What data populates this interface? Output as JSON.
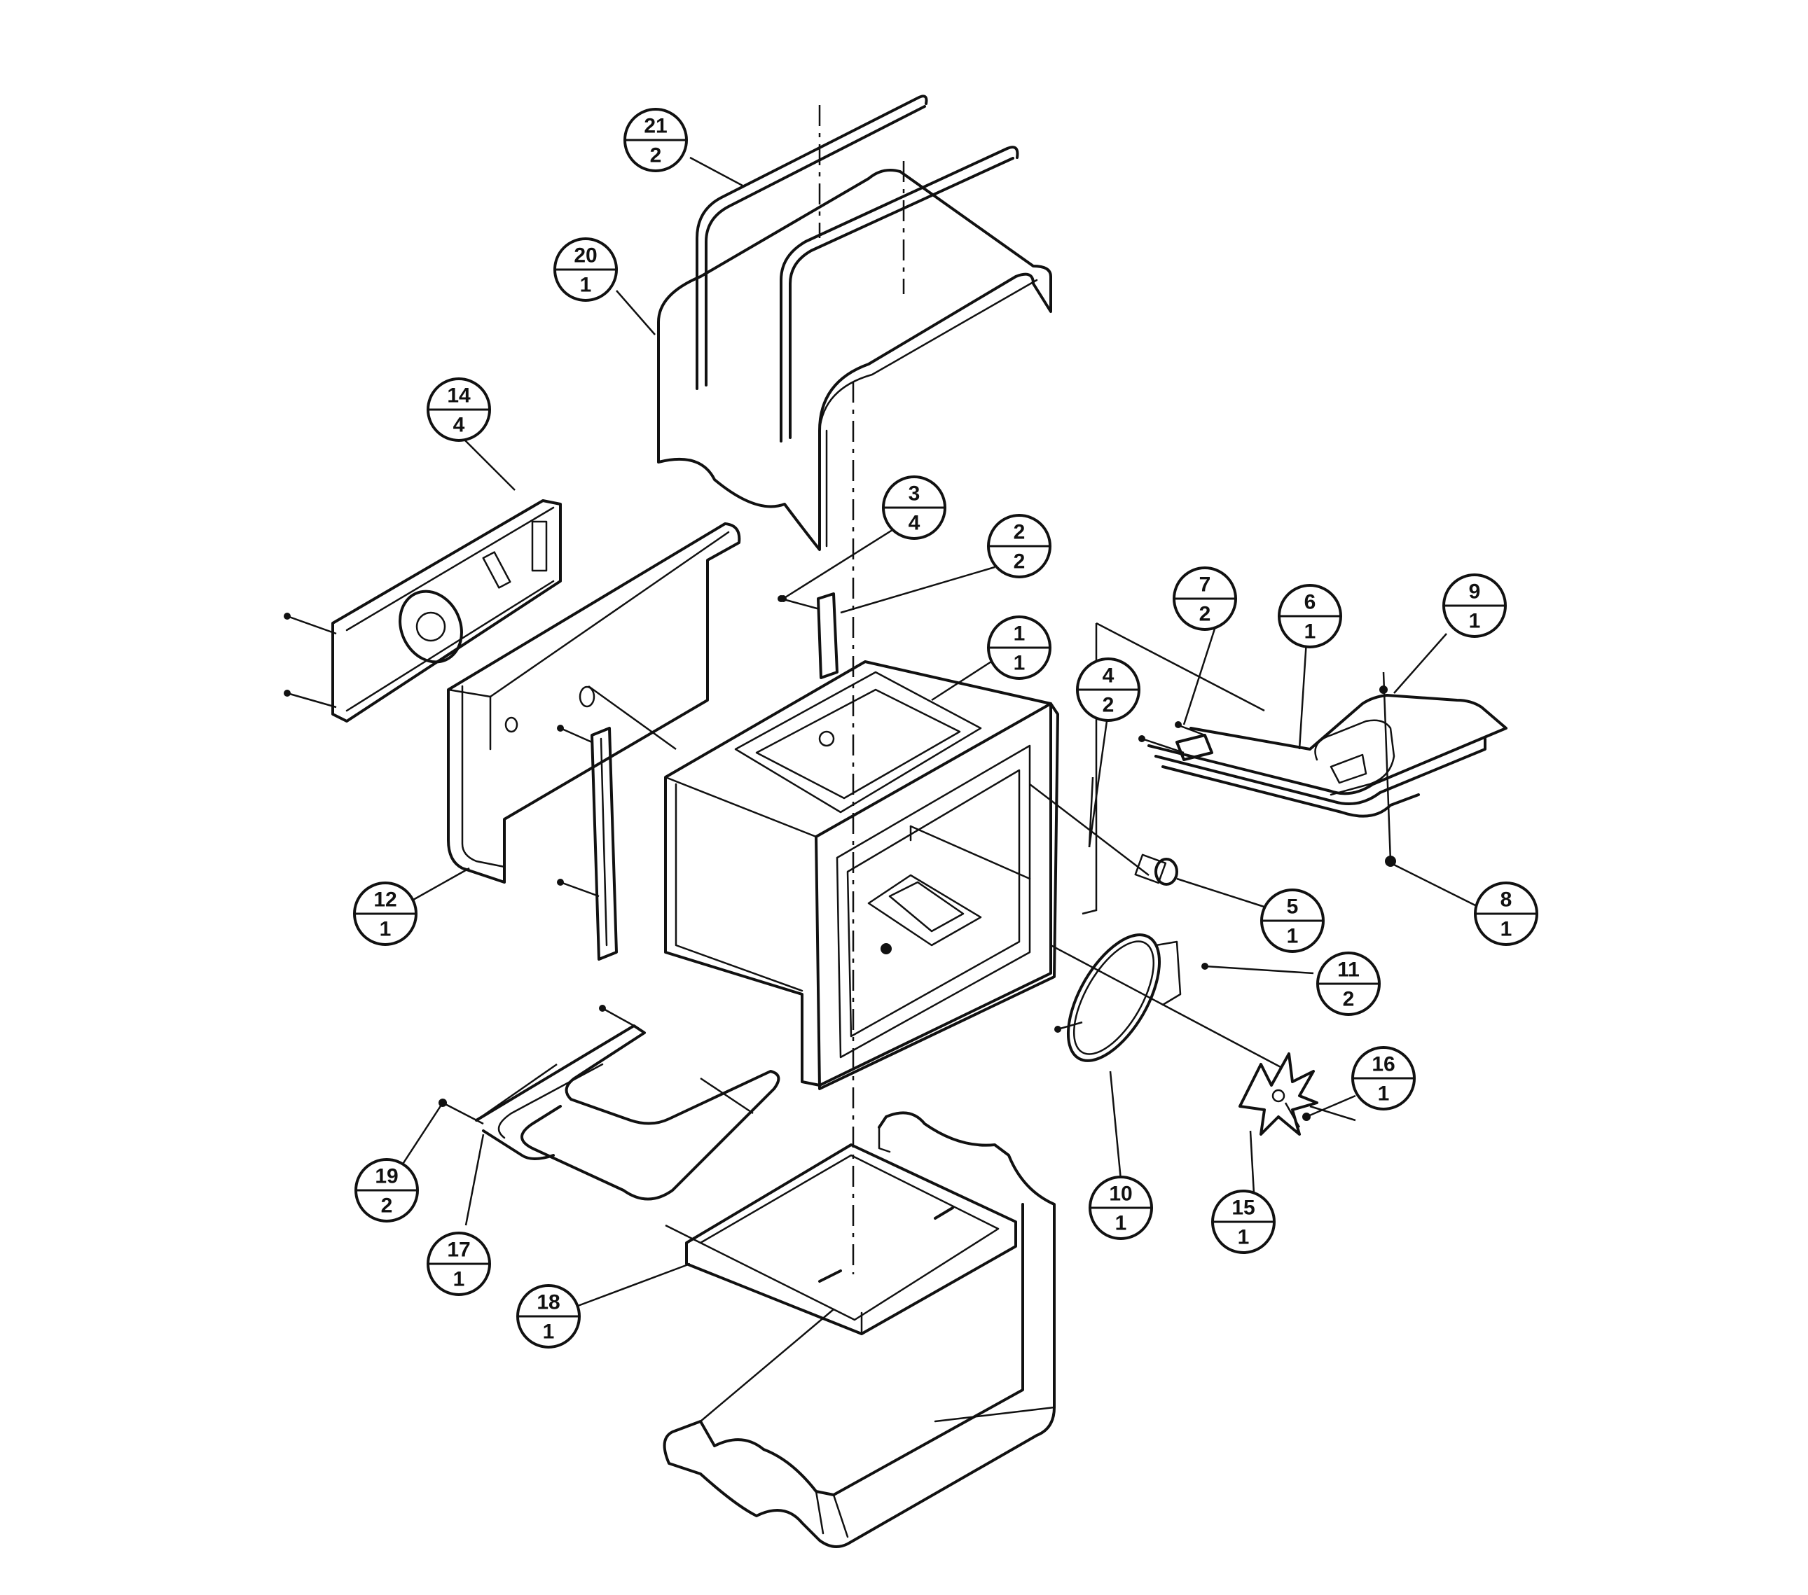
{
  "callouts": [
    {
      "id": "c21",
      "num": "21",
      "qty": "2"
    },
    {
      "id": "c20",
      "num": "20",
      "qty": "1"
    },
    {
      "id": "c14",
      "num": "14",
      "qty": "4"
    },
    {
      "id": "c3",
      "num": "3",
      "qty": "4"
    },
    {
      "id": "c2",
      "num": "2",
      "qty": "2"
    },
    {
      "id": "c7",
      "num": "7",
      "qty": "2"
    },
    {
      "id": "c6",
      "num": "6",
      "qty": "1"
    },
    {
      "id": "c9",
      "num": "9",
      "qty": "1"
    },
    {
      "id": "c1",
      "num": "1",
      "qty": "1"
    },
    {
      "id": "c4",
      "num": "4",
      "qty": "2"
    },
    {
      "id": "c5",
      "num": "5",
      "qty": "1"
    },
    {
      "id": "c8",
      "num": "8",
      "qty": "1"
    },
    {
      "id": "c12",
      "num": "12",
      "qty": "1"
    },
    {
      "id": "c11",
      "num": "11",
      "qty": "2"
    },
    {
      "id": "c16",
      "num": "16",
      "qty": "1"
    },
    {
      "id": "c10",
      "num": "10",
      "qty": "1"
    },
    {
      "id": "c15",
      "num": "15",
      "qty": "1"
    },
    {
      "id": "c19",
      "num": "19",
      "qty": "2"
    },
    {
      "id": "c17",
      "num": "17",
      "qty": "1"
    },
    {
      "id": "c18",
      "num": "18",
      "qty": "1"
    }
  ]
}
